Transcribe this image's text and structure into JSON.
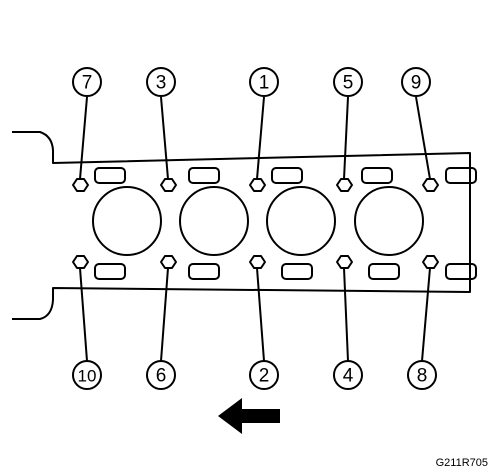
{
  "figure": {
    "code": "G211R705",
    "direction_icon": "arrow-left-icon",
    "bolts_top": [
      {
        "sequence": "7"
      },
      {
        "sequence": "3"
      },
      {
        "sequence": "1"
      },
      {
        "sequence": "5"
      },
      {
        "sequence": "9"
      }
    ],
    "bolts_bottom": [
      {
        "sequence": "10"
      },
      {
        "sequence": "6"
      },
      {
        "sequence": "2"
      },
      {
        "sequence": "4"
      },
      {
        "sequence": "8"
      }
    ]
  }
}
